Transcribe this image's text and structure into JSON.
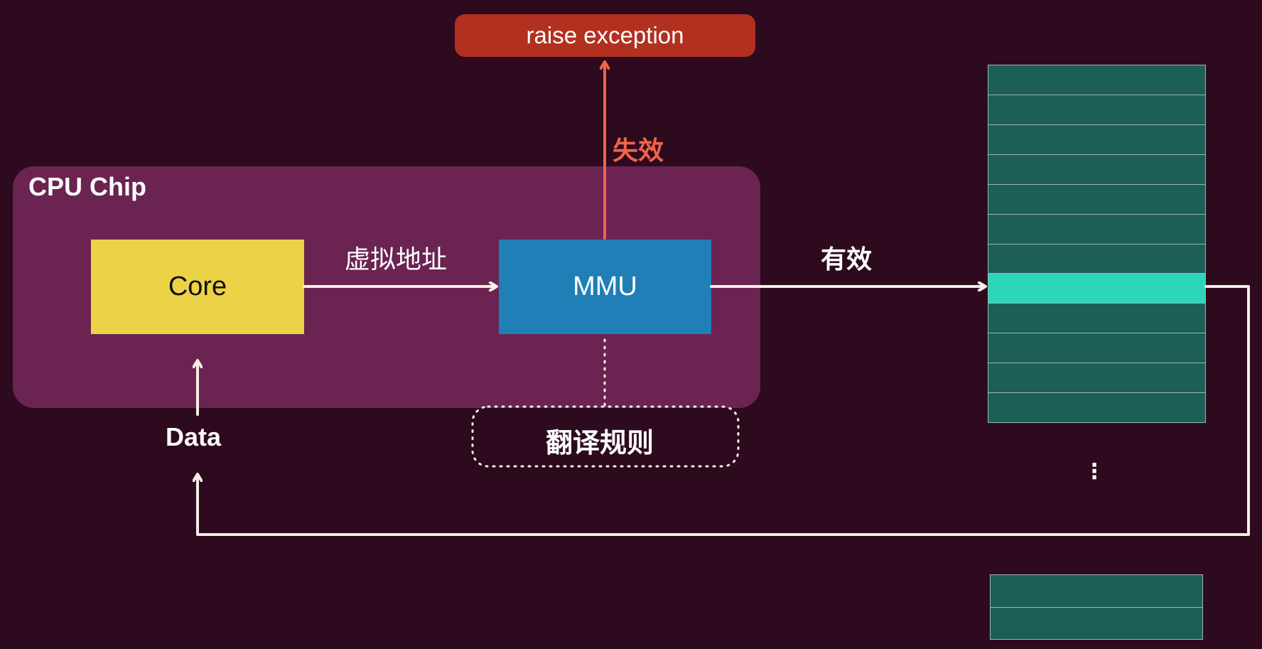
{
  "exception": {
    "label": "raise exception"
  },
  "cpu_chip": {
    "title": "CPU Chip"
  },
  "core": {
    "label": "Core"
  },
  "mmu": {
    "label": "MMU"
  },
  "labels": {
    "virtual_address": "虚拟地址",
    "valid": "有效",
    "invalid": "失效",
    "data": "Data",
    "translation_rules": "翻译规则",
    "ellipsis": "⋮"
  },
  "page_table": {
    "row_count": 12,
    "highlighted_row": 7
  },
  "page_table_lower": {
    "row_count": 2
  },
  "colors": {
    "background": "#2d0a1d",
    "cpu_chip": "#6b2352",
    "core": "#ecd246",
    "mmu": "#1f7fb6",
    "exception": "#b2301f",
    "invalid_arrow": "#f06448",
    "table_row": "#1b5f57",
    "table_row_hit": "#2ed6b9",
    "arrow": "#f5efe6"
  }
}
